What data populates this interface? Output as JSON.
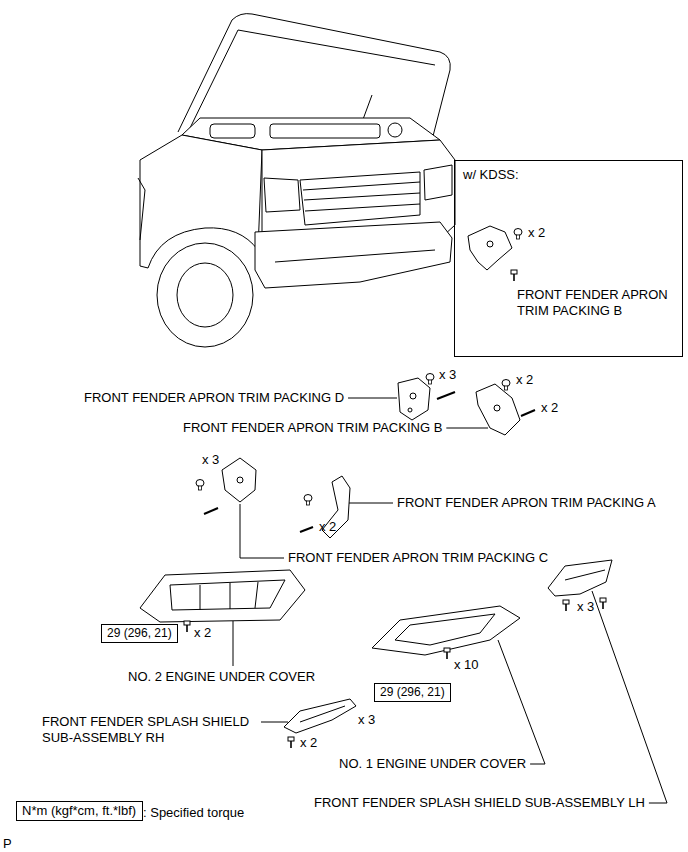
{
  "diagram": {
    "nodes": [
      {
        "text": [
          "w/ KDSS:",
          "x 2",
          "FRONT FENDER APRON TRIM PACKING B"
        ]
      },
      {
        "text": [
          "29 (296, 21)"
        ]
      },
      {
        "text": [
          "29 (296, 21)"
        ]
      },
      {
        "text": [
          "N*m (kgf*cm, ft.*lbf)"
        ]
      }
    ],
    "labels": [
      "FRONT FENDER APRON TRIM PACKING D",
      "x 3",
      "x 2",
      "x 2",
      "FRONT FENDER APRON TRIM PACKING B",
      "x 3",
      "FRONT FENDER APRON TRIM PACKING A",
      "x 2",
      "FRONT FENDER APRON TRIM PACKING C",
      "x 2",
      "NO. 2 ENGINE UNDER COVER",
      "x 10",
      "x 3",
      "FRONT FENDER SPLASH SHIELD SUB-ASSEMBLY RH",
      "x 3",
      "x 2",
      "NO. 1 ENGINE UNDER COVER",
      "FRONT FENDER SPLASH SHIELD SUB-ASSEMBLY LH",
      ": Specified torque",
      "P"
    ]
  }
}
